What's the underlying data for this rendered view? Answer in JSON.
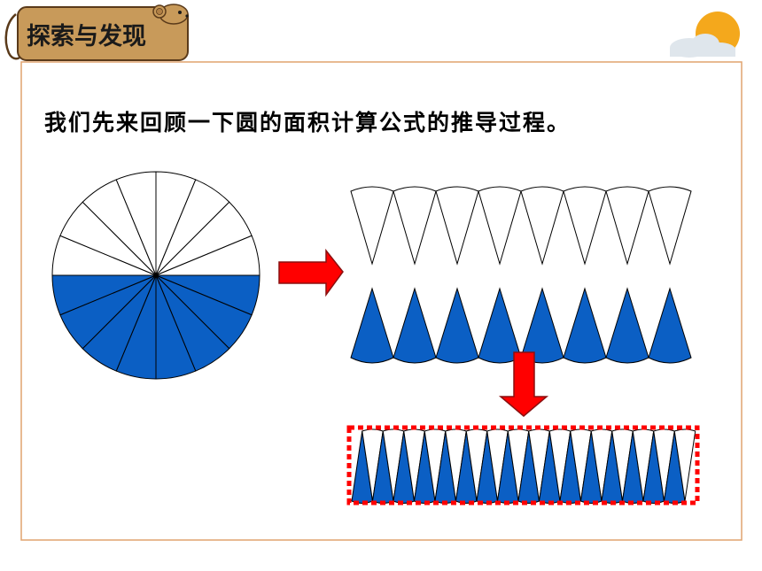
{
  "header": {
    "title": "探索与发现"
  },
  "main": {
    "intro": "我们先来回顾一下圆的面积计算公式的推导过程。"
  },
  "colors": {
    "frame_border": "#e0a36f",
    "title_bg": "#c89a5a",
    "title_border": "#5a3a1a",
    "fill_blue": "#0b5fc4",
    "arrow_red": "#ff0000",
    "arrow_border": "#8a1010",
    "dashed_red": "#ff0000",
    "sun": "#f4a81c",
    "cloud": "#dfe6ec"
  },
  "diagram": {
    "circle_sectors": 16,
    "strip_sectors": 8,
    "rect_pieces": 16
  }
}
